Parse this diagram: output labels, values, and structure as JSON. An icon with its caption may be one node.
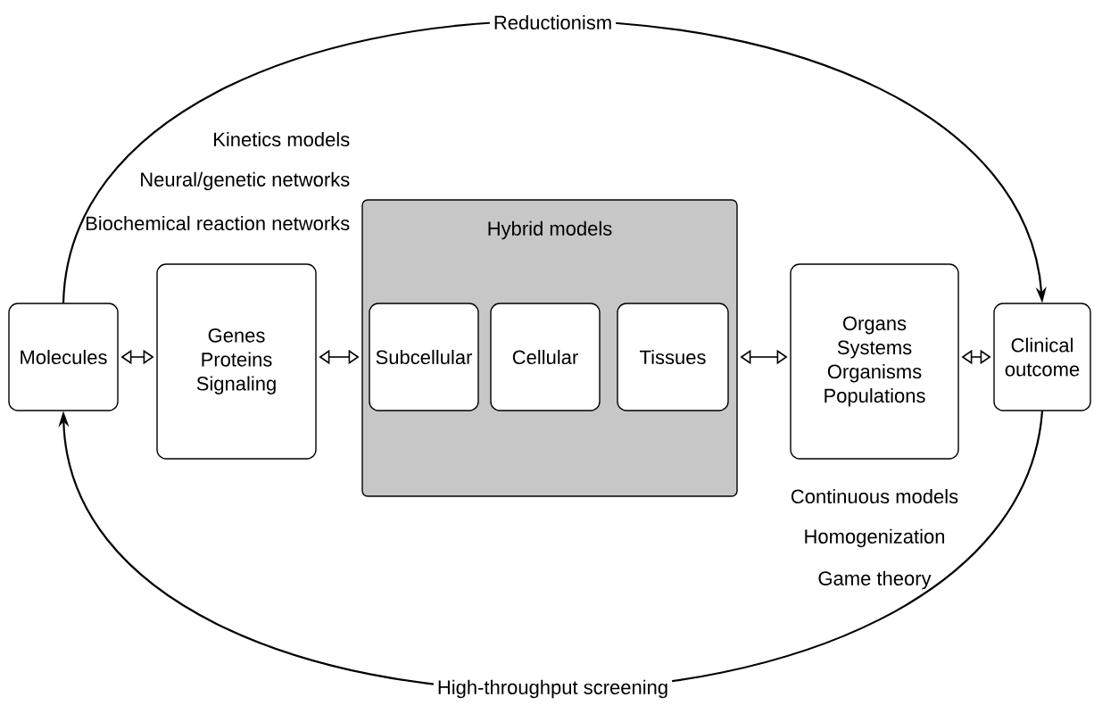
{
  "diagram": {
    "nodes": [
      {
        "text": [
          "Molecules"
        ]
      },
      {
        "text": [
          "Genes",
          "Proteins",
          "Signaling"
        ],
        "beside": [
          "Kinetics models",
          "Neural/genetic networks",
          "Biochemical reaction networks"
        ]
      },
      {
        "text": [
          "Hybrid models"
        ]
      },
      {
        "text": [
          "Subcellular"
        ],
        "in": 2
      },
      {
        "text": [
          "Cellular"
        ],
        "in": 2
      },
      {
        "text": [
          "Tissues"
        ],
        "in": 2
      },
      {
        "text": [
          "Organs",
          "Systems",
          "Organisms",
          "Populations"
        ],
        "beside": [
          "Continuous models",
          "Homogenization",
          "Game theory"
        ]
      },
      {
        "text": [
          "Clinical outcome"
        ]
      }
    ],
    "edges": [
      {
        "from": 0,
        "to": 1,
        "arrow": "both"
      },
      {
        "from": 1,
        "to": 2,
        "arrow": "both"
      },
      {
        "from": 2,
        "to": 6,
        "arrow": "both"
      },
      {
        "from": 6,
        "to": 7,
        "arrow": "both"
      },
      {
        "from": 0,
        "to": 7,
        "arrow": "to",
        "label": "Reductionism"
      },
      {
        "from": 7,
        "to": 0,
        "arrow": "to",
        "label": "High-throughput screening"
      }
    ]
  }
}
